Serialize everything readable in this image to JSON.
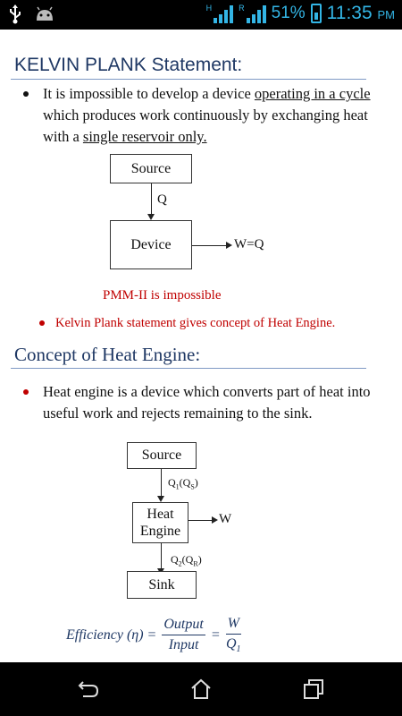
{
  "status_bar": {
    "network_h": "H",
    "network_r": "R",
    "battery_percent": "51%",
    "time": "11:35",
    "ampm": "PM"
  },
  "section1": {
    "heading": "KELVIN PLANK Statement:",
    "bullet": {
      "part1": "It is impossible to develop a device ",
      "part2": "operating in a cycle",
      "part3": " which produces work continuously by exchanging heat with a ",
      "part4": "single reservoir only."
    },
    "diagram": {
      "source": "Source",
      "q": "Q",
      "device": "Device",
      "output": "W=Q"
    },
    "pmm": "PMM-II is impossible",
    "red_bullet": "Kelvin Plank statement gives concept of Heat Engine."
  },
  "section2": {
    "heading": "Concept of Heat Engine:",
    "bullet": "Heat engine is a device which converts part of heat into useful work and rejects remaining to the sink.",
    "diagram": {
      "source": "Source",
      "q1": "Q",
      "q1_sub": "1",
      "q1_paren": "(Q",
      "q1_paren_sub": "S",
      "q1_close": ")",
      "engine_line1": "Heat",
      "engine_line2": "Engine",
      "w": "W",
      "q2": "Q",
      "q2_sub": "2",
      "q2_paren": "(Q",
      "q2_paren_sub": "R",
      "q2_close": ")",
      "sink": "Sink"
    },
    "formula": {
      "lhs": "Efficiency (η) =",
      "num1": "Output",
      "den1": "Input",
      "eq": "=",
      "num2": "W",
      "den2": "Q",
      "den2_sub": "1"
    }
  },
  "colors": {
    "heading": "#1f3864",
    "accent": "#33b5e5",
    "red": "#c00000"
  }
}
